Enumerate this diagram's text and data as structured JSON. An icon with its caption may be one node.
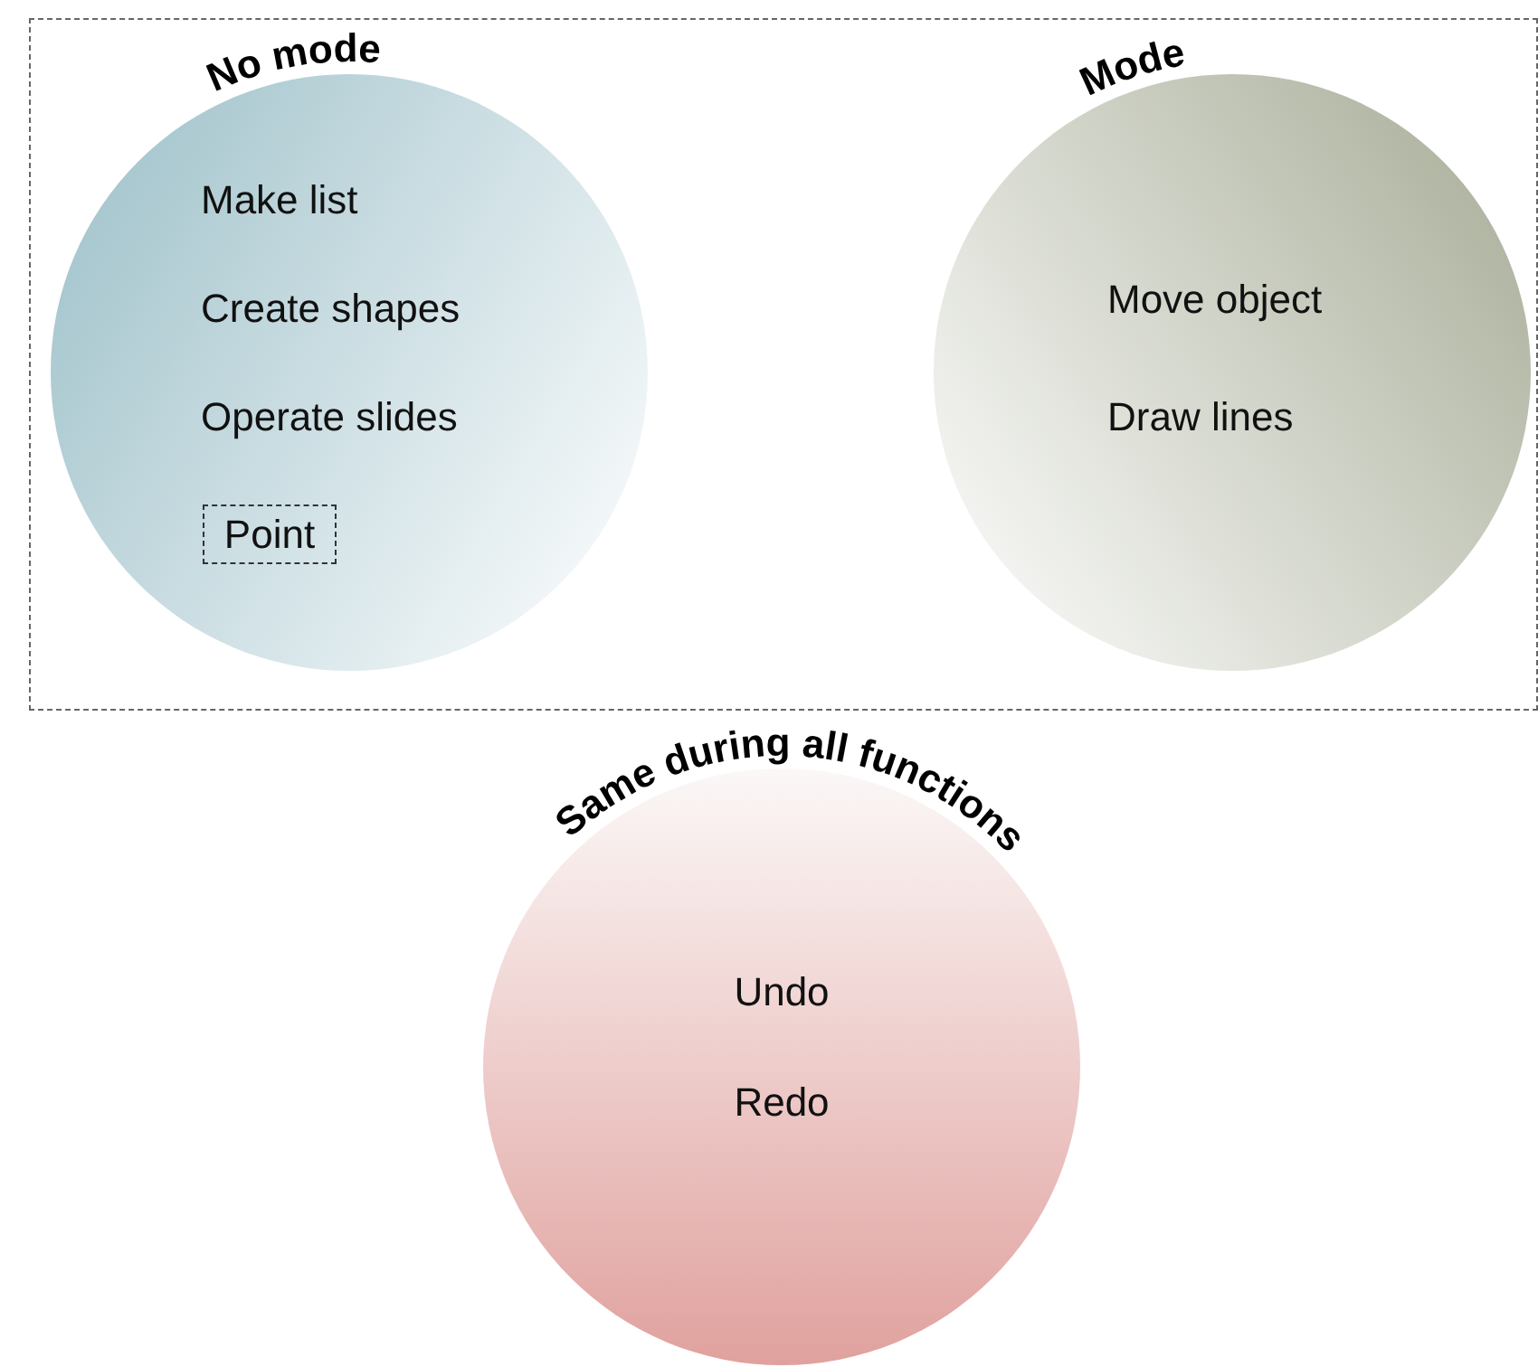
{
  "diagram": {
    "nodes": [
      {
        "text": [],
        "shape": "box"
      },
      {
        "text": [
          "No mode",
          "Make list",
          "Create shapes",
          "Operate slides"
        ],
        "in": 0
      },
      {
        "text": [
          "Point"
        ],
        "in": 1
      },
      {
        "text": [
          "Mode",
          "Move object",
          "Draw lines"
        ],
        "in": 0
      },
      {
        "text": [
          "Same during all functions",
          "Undo",
          "Redo"
        ]
      }
    ]
  }
}
